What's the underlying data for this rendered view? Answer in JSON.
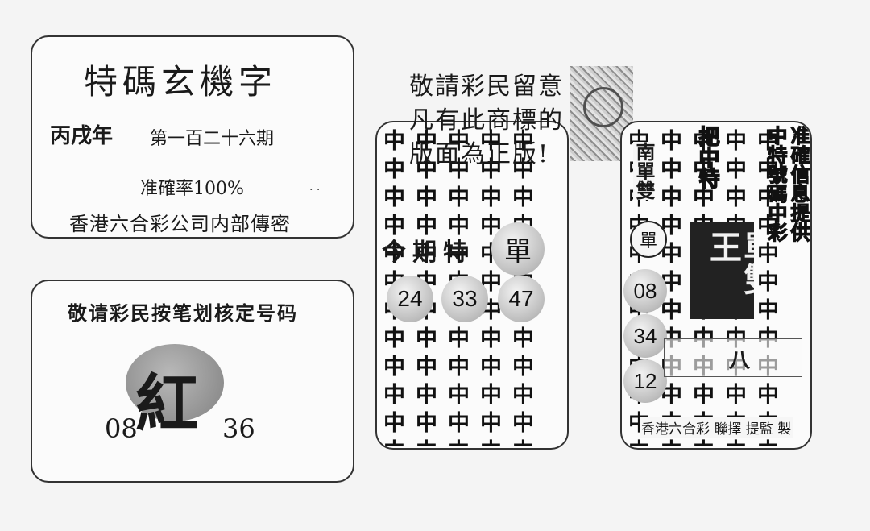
{
  "left_top": {
    "title": "特碼玄機字",
    "year": "丙戌年",
    "issue": "第一百二十六期",
    "accuracy": "准確率100%",
    "source": "香港六合彩公司内部傳密"
  },
  "left_bottom": {
    "notice": "敬请彩民按笔划核定号码",
    "big_char": "紅",
    "num_left": "08",
    "num_right": "36"
  },
  "middle": {
    "notice_line1": "敬請彩民留意",
    "notice_line2": "凡有此商標的",
    "notice_line3": "版面為正版!",
    "pattern_char": "中",
    "label": "今期特",
    "ball_top": "單",
    "balls": [
      "24",
      "33",
      "47"
    ]
  },
  "right": {
    "pattern_char": "中",
    "left_col_text": "南單雙",
    "badge": "單",
    "balls": [
      "08",
      "34",
      "12"
    ],
    "dark_block": "單雙王",
    "col_text_1": "把中特",
    "col_text_2": "准確信息提供",
    "col_text_3": "中特號碼中彩",
    "digit_label": "八",
    "footer": "香港六合彩  聯擇 提監 製"
  }
}
